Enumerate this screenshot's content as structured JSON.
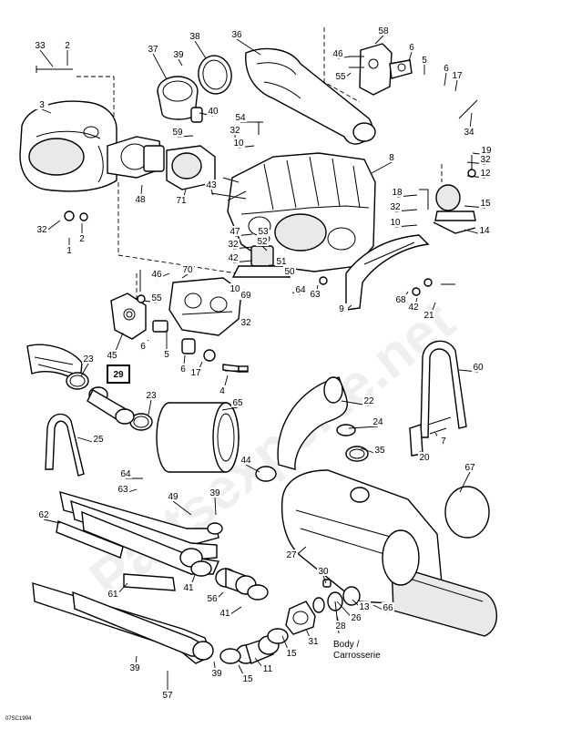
{
  "diagram": {
    "figure_code": "07SC1994",
    "watermark": "Partsexperte.net",
    "notes": {
      "body_line1": "Body /",
      "body_line2": "Carrosserie"
    },
    "highlighted_callout": "29",
    "callouts": [
      "33",
      "2",
      "37",
      "38",
      "39",
      "36",
      "58",
      "46",
      "6",
      "5",
      "6",
      "17",
      "55",
      "34",
      "3",
      "40",
      "54",
      "32",
      "10",
      "59",
      "19",
      "32",
      "12",
      "8",
      "18",
      "32",
      "15",
      "14",
      "10",
      "47",
      "53",
      "32",
      "52",
      "42",
      "51",
      "50",
      "48",
      "71",
      "43",
      "32",
      "1",
      "2",
      "46",
      "70",
      "55",
      "64",
      "63",
      "9",
      "10",
      "69",
      "68",
      "42",
      "21",
      "32",
      "45",
      "6",
      "5",
      "6",
      "17",
      "4",
      "23",
      "23",
      "65",
      "22",
      "24",
      "35",
      "60",
      "25",
      "7",
      "20",
      "64",
      "63",
      "49",
      "39",
      "44",
      "67",
      "62",
      "27",
      "61",
      "41",
      "30",
      "56",
      "41",
      "13",
      "26",
      "66",
      "28",
      "31",
      "15",
      "39",
      "11",
      "39",
      "57",
      "15"
    ]
  }
}
